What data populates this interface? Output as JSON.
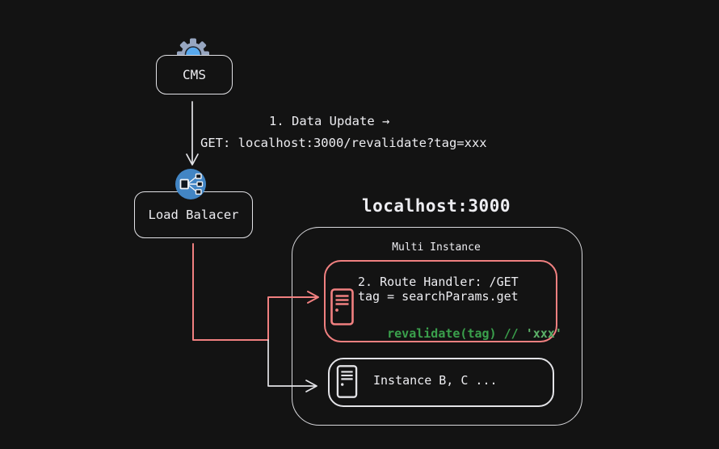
{
  "colors": {
    "background": "#131313",
    "stroke_light": "#e3e3e7",
    "accent_red": "#f08080",
    "accent_green": "#3aa04c",
    "accent_green_light": "#5cb269",
    "load_balancer_blue": "#4285c4",
    "gear_gray": "#97a6c0",
    "gear_blue": "#58a9ee"
  },
  "cms": {
    "label": "CMS",
    "icon": "gear-icon"
  },
  "flow": {
    "step1_label": "1. Data Update →",
    "get_label": "GET: localhost:3000/revalidate?tag=xxx"
  },
  "load_balancer": {
    "label": "Load Balacer",
    "icon": "load-balancer-icon"
  },
  "server_group": {
    "title": "localhost:3000",
    "container_label": "Multi Instance",
    "route_handler": {
      "icon": "server-icon",
      "line1": "2. Route Handler: /GET",
      "line2": "tag = searchParams.get",
      "code_main": "revalidate(tag) // ",
      "code_value": "'xxx'"
    },
    "instances": {
      "icon": "server-icon",
      "label": "Instance B, C ..."
    }
  }
}
